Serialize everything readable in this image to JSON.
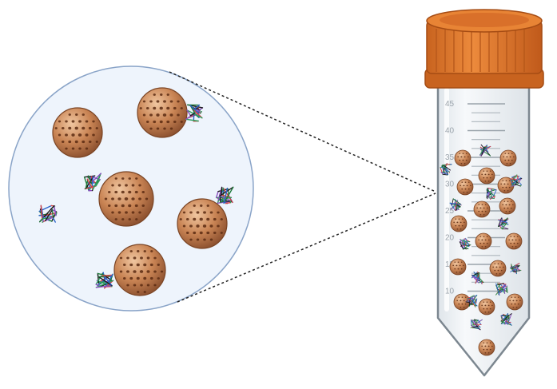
{
  "tube": {
    "graduations": [
      "45",
      "40",
      "35",
      "30",
      "25",
      "20",
      "15",
      "10"
    ],
    "cap_color": "#e07a2e",
    "cap_dark": "#b8561a",
    "body_fill": "#edf1f4",
    "outline": "#7c8790"
  },
  "magnified_view": {
    "fill": "#eef4fc",
    "border": "#8aa4c8"
  },
  "bead": {
    "icon": "porous-bead-icon",
    "fill": "#c98454",
    "pore_color": "#5a2a12"
  },
  "molecule": {
    "icon": "protein-molecule-icon",
    "colors": [
      "#1f7a3a",
      "#2b63c9",
      "#d64242",
      "#2e9e5e",
      "#8a4fbf",
      "#1a1a1a"
    ]
  }
}
